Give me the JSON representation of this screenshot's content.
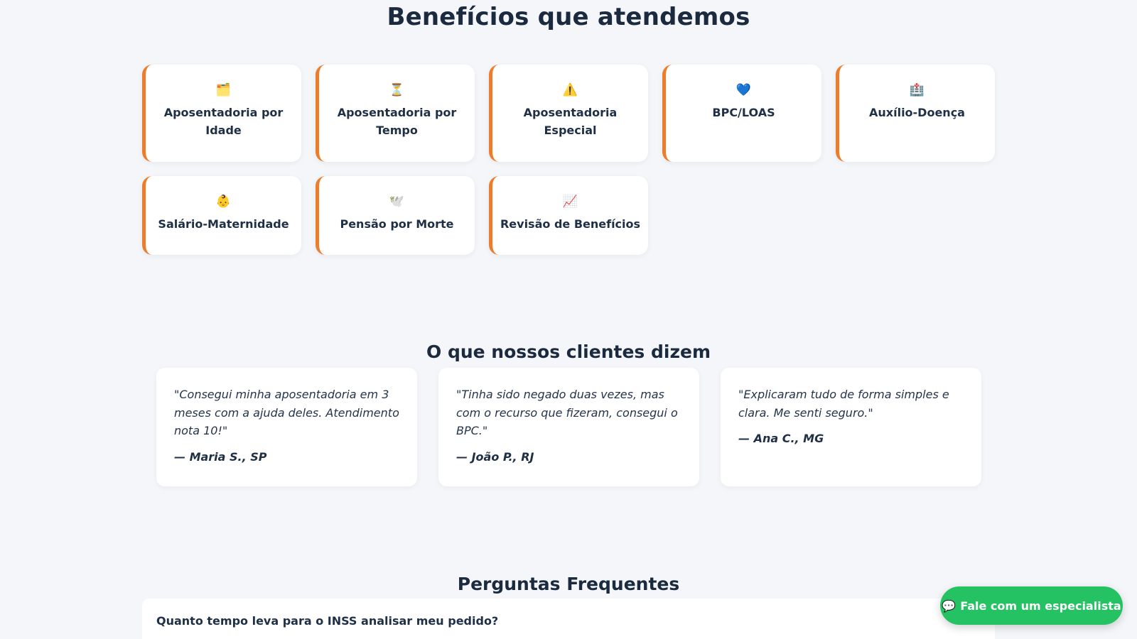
{
  "benefits": {
    "title": "Benefícios que atendemos",
    "items": [
      {
        "icon": "🗂️",
        "icon_name": "card-index-dividers-icon",
        "label": "Aposentadoria por Idade"
      },
      {
        "icon": "⏳",
        "icon_name": "hourglass-icon",
        "label": "Aposentadoria por Tempo"
      },
      {
        "icon": "⚠️",
        "icon_name": "warning-icon",
        "label": "Aposentadoria Especial"
      },
      {
        "icon": "💙",
        "icon_name": "blue-heart-icon",
        "label": "BPC/LOAS"
      },
      {
        "icon": "🏥",
        "icon_name": "hospital-icon",
        "label": "Auxílio-Doença"
      },
      {
        "icon": "👶",
        "icon_name": "baby-icon",
        "label": "Salário-Maternidade"
      },
      {
        "icon": "🕊️",
        "icon_name": "dove-icon",
        "label": "Pensão por Morte"
      },
      {
        "icon": "📈",
        "icon_name": "chart-increasing-icon",
        "label": "Revisão de Benefícios"
      }
    ]
  },
  "testimonials": {
    "title": "O que nossos clientes dizem",
    "items": [
      {
        "quote": "\"Consegui minha aposentadoria em 3 meses com a ajuda deles. Atendimento nota 10!\"",
        "author": "— Maria S., SP"
      },
      {
        "quote": "\"Tinha sido negado duas vezes, mas com o recurso que fizeram, consegui o BPC.\"",
        "author": "— João P., RJ"
      },
      {
        "quote": "\"Explicaram tudo de forma simples e clara. Me senti seguro.\"",
        "author": "— Ana C., MG"
      }
    ]
  },
  "faq": {
    "title": "Perguntas Frequentes",
    "items": [
      {
        "question": "Quanto tempo leva para o INSS analisar meu pedido?"
      }
    ]
  },
  "whatsapp": {
    "icon": "💬",
    "icon_name": "speech-balloon-icon",
    "label": "Fale com um especialista"
  },
  "colors": {
    "accent": "#ee7d2b",
    "whatsapp": "#25c263",
    "heading": "#1b2a3f",
    "background": "#f4f6f9"
  }
}
